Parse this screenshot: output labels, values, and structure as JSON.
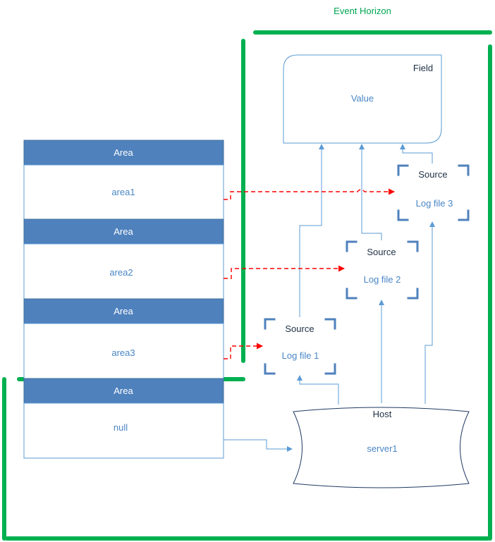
{
  "title": "Event Horizon",
  "areas": [
    {
      "header": "Area",
      "value": "area1"
    },
    {
      "header": "Area",
      "value": "area2"
    },
    {
      "header": "Area",
      "value": "area3"
    },
    {
      "header": "Area",
      "value": "null"
    }
  ],
  "field": {
    "title": "Field",
    "value": "Value"
  },
  "sources": [
    {
      "label": "Source",
      "value": "Log file 1"
    },
    {
      "label": "Source",
      "value": "Log file 2"
    },
    {
      "label": "Source",
      "value": "Log file 3"
    }
  ],
  "host": {
    "title": "Host",
    "value": "server1"
  },
  "colors": {
    "boundary": "#00b050",
    "area_header": "#4f81bd",
    "connector": "#5b9bd5",
    "dashed_link": "#ff0000",
    "text_blue": "#4a86c5"
  }
}
